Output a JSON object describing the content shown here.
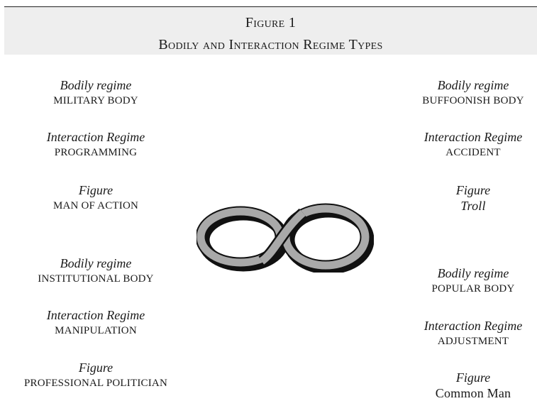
{
  "header": {
    "figure_number": "Figure 1",
    "title": "Bodily and Interaction Regime Types"
  },
  "quadrants": {
    "top_left": {
      "bodily_label": "Bodily regime",
      "bodily_value": "MILITARY BODY",
      "interaction_label": "Interaction Regime",
      "interaction_value": "PROGRAMMING",
      "figure_label": "Figure",
      "figure_value": "MAN OF ACTION"
    },
    "top_right": {
      "bodily_label": "Bodily regime",
      "bodily_value": "BUFFOONISH BODY",
      "interaction_label": "Interaction Regime",
      "interaction_value": "ACCIDENT",
      "figure_label": "Figure",
      "figure_value": "Troll"
    },
    "bottom_left": {
      "bodily_label": "Bodily regime",
      "bodily_value": "INSTITUTIONAL BODY",
      "interaction_label": "Interaction Regime",
      "interaction_value": "MANIPULATION",
      "figure_label": "Figure",
      "figure_value": "PROFESSIONAL POLITICIAN"
    },
    "bottom_right": {
      "bodily_label": "Bodily regime",
      "bodily_value": "POPULAR BODY",
      "interaction_label": "Interaction Regime",
      "interaction_value": "ADJUSTMENT",
      "figure_label": "Figure",
      "figure_value": "Common Man"
    }
  },
  "colors": {
    "header_band": "#eeeeee",
    "infinity_fill": "#a9a9a9",
    "infinity_outline": "#111111"
  },
  "icons": {
    "center_symbol": "infinity-symbol"
  }
}
